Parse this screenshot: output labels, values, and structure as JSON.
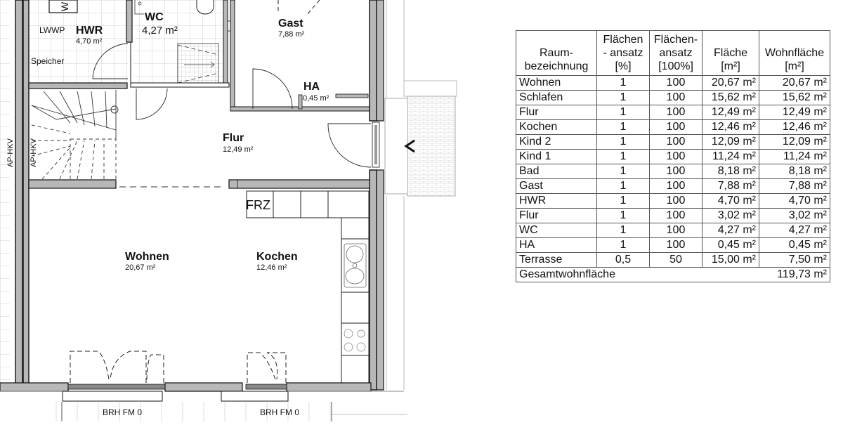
{
  "floor_plan": {
    "rooms": [
      {
        "name": "HWR",
        "area": "4,70 m²"
      },
      {
        "name": "WC",
        "area": "4,27 m²"
      },
      {
        "name": "Gast",
        "area": "7,88 m²"
      },
      {
        "name": "HA",
        "area": "0,45 m²"
      },
      {
        "name": "Flur",
        "area": "12,49 m²"
      },
      {
        "name": "Wohnen",
        "area": "20,67 m²"
      },
      {
        "name": "Kochen",
        "area": "12,46 m²"
      }
    ],
    "annotations": {
      "lwwp": "LWWP",
      "speicher": "Speicher",
      "frz": "FRZ",
      "ap_hkv_left": "AP-HKV",
      "ap_hkv_right": "AP-HKV",
      "brh_left": "BRH FM 0",
      "brh_right": "BRH FM 0",
      "washer": "W"
    },
    "entrance_arrow": "chevron-left"
  },
  "table": {
    "headers": [
      "Raum-\nbezeichnung",
      "Flächen\n- ansatz\n[%]",
      "Flächen-\nansatz\n[100%]",
      "Fläche\n[m²]",
      "Wohnfläche\n[m²]"
    ],
    "header_lines": [
      [
        "",
        "Raum-",
        "bezeichnung"
      ],
      [
        "Flächen",
        "- ansatz",
        "[%]"
      ],
      [
        "Flächen-",
        "ansatz",
        "[100%]"
      ],
      [
        "",
        "Fläche",
        "[m²]"
      ],
      [
        "",
        "Wohnfläche",
        "[m²]"
      ]
    ],
    "rows": [
      {
        "room": "Wohnen",
        "factor": "1",
        "percent": "100",
        "area": "20,67 m²",
        "living": "20,67 m²"
      },
      {
        "room": "Schlafen",
        "factor": "1",
        "percent": "100",
        "area": "15,62 m²",
        "living": "15,62 m²"
      },
      {
        "room": "Flur",
        "factor": "1",
        "percent": "100",
        "area": "12,49 m²",
        "living": "12,49 m²"
      },
      {
        "room": "Kochen",
        "factor": "1",
        "percent": "100",
        "area": "12,46 m²",
        "living": "12,46 m²"
      },
      {
        "room": "Kind 2",
        "factor": "1",
        "percent": "100",
        "area": "12,09 m²",
        "living": "12,09 m²"
      },
      {
        "room": "Kind 1",
        "factor": "1",
        "percent": "100",
        "area": "11,24 m²",
        "living": "11,24 m²"
      },
      {
        "room": "Bad",
        "factor": "1",
        "percent": "100",
        "area": "8,18 m²",
        "living": "8,18 m²"
      },
      {
        "room": "Gast",
        "factor": "1",
        "percent": "100",
        "area": "7,88 m²",
        "living": "7,88 m²"
      },
      {
        "room": "HWR",
        "factor": "1",
        "percent": "100",
        "area": "4,70 m²",
        "living": "4,70 m²"
      },
      {
        "room": "Flur",
        "factor": "1",
        "percent": "100",
        "area": "3,02 m²",
        "living": "3,02 m²"
      },
      {
        "room": "WC",
        "factor": "1",
        "percent": "100",
        "area": "4,27 m²",
        "living": "4,27 m²"
      },
      {
        "room": "HA",
        "factor": "1",
        "percent": "100",
        "area": "0,45 m²",
        "living": "0,45 m²"
      },
      {
        "room": "Terrasse",
        "factor": "0,5",
        "percent": "50",
        "area": "15,00 m²",
        "living": "7,50 m²"
      }
    ],
    "total_label": "Gesamtwohnfläche",
    "total_value": "119,73 m²"
  },
  "colors": {
    "wall_fill": "#b8b8b8",
    "wall_line": "#1a1a1a",
    "tile_grid": "#cfcfcf",
    "table_border": "#555555"
  }
}
